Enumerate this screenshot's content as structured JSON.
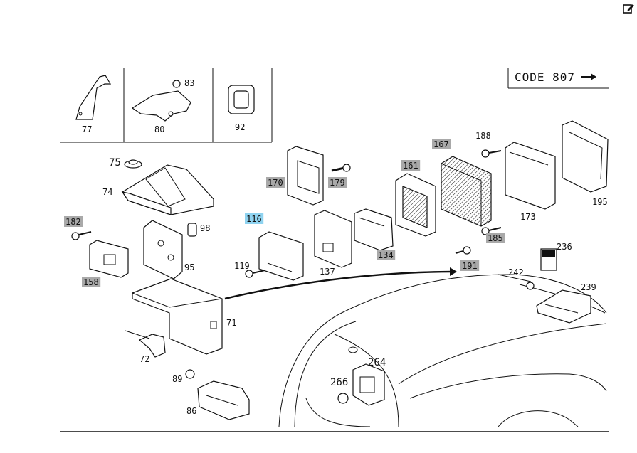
{
  "code_label": "CODE 807",
  "inset_labels": [
    "77",
    "80",
    "83",
    "92"
  ],
  "callouts": [
    {
      "id": "75",
      "text": "75",
      "highlight": "none"
    },
    {
      "id": "74",
      "text": "74",
      "highlight": "none"
    },
    {
      "id": "182",
      "text": "182",
      "highlight": "gray"
    },
    {
      "id": "158",
      "text": "158",
      "highlight": "gray"
    },
    {
      "id": "98",
      "text": "98",
      "highlight": "none"
    },
    {
      "id": "95",
      "text": "95",
      "highlight": "none"
    },
    {
      "id": "116",
      "text": "116",
      "highlight": "blue"
    },
    {
      "id": "119",
      "text": "119",
      "highlight": "none"
    },
    {
      "id": "137",
      "text": "137",
      "highlight": "none"
    },
    {
      "id": "170",
      "text": "170",
      "highlight": "gray"
    },
    {
      "id": "179",
      "text": "179",
      "highlight": "gray"
    },
    {
      "id": "134",
      "text": "134",
      "highlight": "gray"
    },
    {
      "id": "161",
      "text": "161",
      "highlight": "gray"
    },
    {
      "id": "167",
      "text": "167",
      "highlight": "gray"
    },
    {
      "id": "188",
      "text": "188",
      "highlight": "none"
    },
    {
      "id": "173",
      "text": "173",
      "highlight": "none"
    },
    {
      "id": "185",
      "text": "185",
      "highlight": "gray"
    },
    {
      "id": "195",
      "text": "195",
      "highlight": "none"
    },
    {
      "id": "191",
      "text": "191",
      "highlight": "gray"
    },
    {
      "id": "236",
      "text": "236",
      "highlight": "none"
    },
    {
      "id": "242",
      "text": "242",
      "highlight": "none"
    },
    {
      "id": "239",
      "text": "239",
      "highlight": "none"
    },
    {
      "id": "71",
      "text": "71",
      "highlight": "none"
    },
    {
      "id": "72",
      "text": "72",
      "highlight": "none"
    },
    {
      "id": "89",
      "text": "89",
      "highlight": "none"
    },
    {
      "id": "86",
      "text": "86",
      "highlight": "none"
    },
    {
      "id": "264",
      "text": "264",
      "highlight": "none"
    },
    {
      "id": "266",
      "text": "266",
      "highlight": "none"
    }
  ],
  "icons": {
    "edit": "edit-icon"
  },
  "colors": {
    "highlight_gray": "#a9a9a9",
    "highlight_selected": "#8fd3f0",
    "line": "#111111"
  }
}
